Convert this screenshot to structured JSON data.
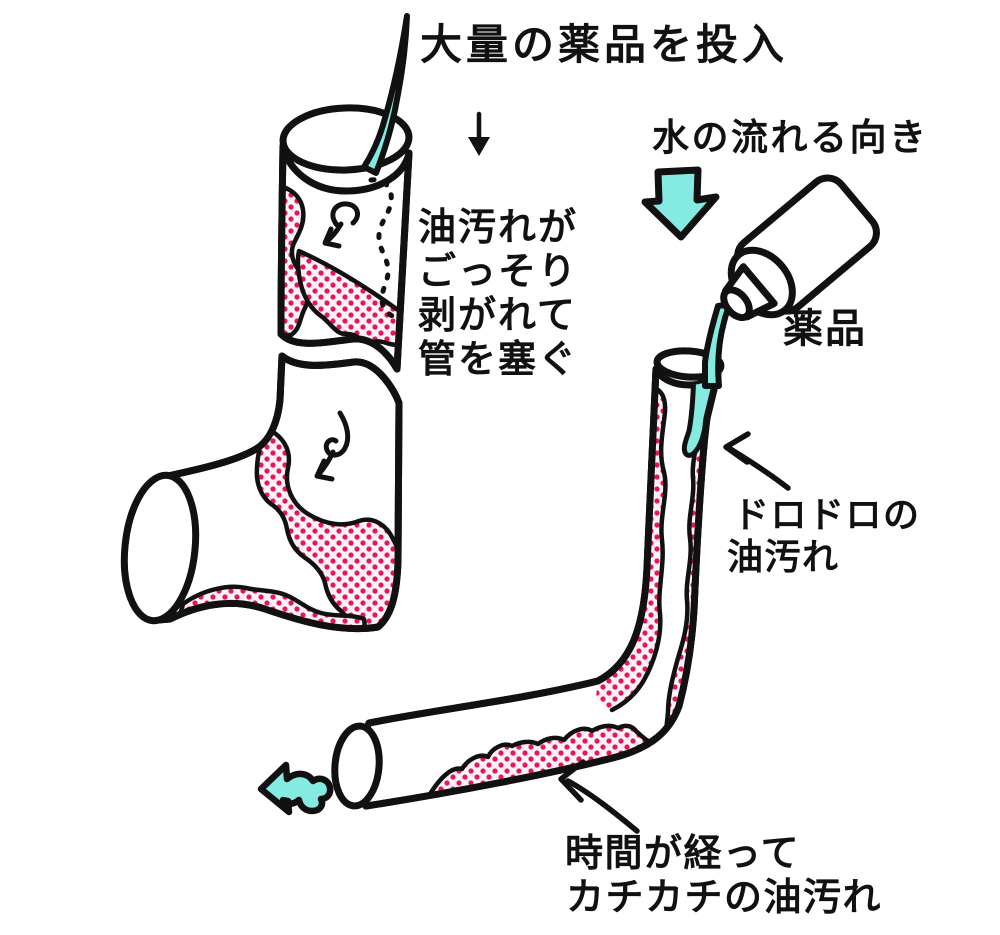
{
  "labels": {
    "inject": "大量の薬品を投入",
    "flow_direction": "水の流れる向き",
    "chemical": "薬品",
    "peel": [
      "油汚れが",
      "ごっそり",
      "剥がれて",
      "管を塞ぐ"
    ],
    "sludge": [
      "ドロドロの",
      "油汚れ"
    ],
    "hardened": [
      "時間が経って",
      "カチカチの油汚れ"
    ]
  },
  "icons": {
    "down_glyph": "small-down-arrow",
    "flow_arrow": "large-cyan-down-block-arrow",
    "outflow_arrow": "cyan-left-block-arrow",
    "fall_arrow_upper": "curled-falling-arrow",
    "fall_arrow_lower": "curled-falling-arrow",
    "pointer_sludge": "curved-pointer-arrow",
    "pointer_hardened": "curved-pointer-arrow"
  },
  "colors": {
    "ink": "#111111",
    "liquid": "#85eae1",
    "oil_dot": "#e8145c",
    "oil_bg": "#fff2f6",
    "background": "#ffffff"
  }
}
